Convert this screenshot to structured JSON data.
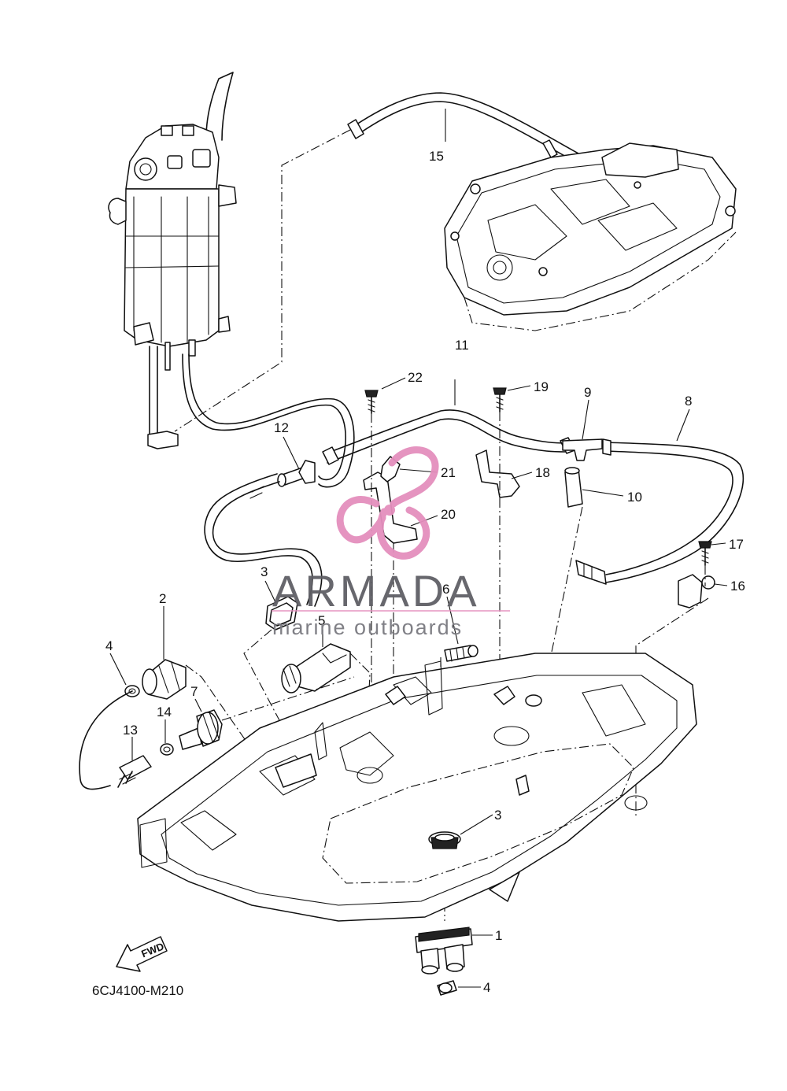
{
  "diagram": {
    "code": "6CJ4100-M210",
    "fwd_label": "FWD",
    "callouts": [
      {
        "id": "c-15",
        "label": "15"
      },
      {
        "id": "c-22",
        "label": "22"
      },
      {
        "id": "c-11",
        "label": "11"
      },
      {
        "id": "c-19",
        "label": "19"
      },
      {
        "id": "c-9",
        "label": "9"
      },
      {
        "id": "c-8",
        "label": "8"
      },
      {
        "id": "c-12",
        "label": "12"
      },
      {
        "id": "c-21",
        "label": "21"
      },
      {
        "id": "c-18",
        "label": "18"
      },
      {
        "id": "c-10",
        "label": "10"
      },
      {
        "id": "c-20",
        "label": "20"
      },
      {
        "id": "c-17",
        "label": "17"
      },
      {
        "id": "c-16",
        "label": "16"
      },
      {
        "id": "c-3a",
        "label": "3"
      },
      {
        "id": "c-6",
        "label": "6"
      },
      {
        "id": "c-5",
        "label": "5"
      },
      {
        "id": "c-2",
        "label": "2"
      },
      {
        "id": "c-4a",
        "label": "4"
      },
      {
        "id": "c-7",
        "label": "7"
      },
      {
        "id": "c-14",
        "label": "14"
      },
      {
        "id": "c-13",
        "label": "13"
      },
      {
        "id": "c-3b",
        "label": "3"
      },
      {
        "id": "c-1",
        "label": "1"
      },
      {
        "id": "c-4b",
        "label": "4"
      }
    ]
  },
  "watermark": {
    "title": "ARMADA",
    "subtitle": "marine outboards",
    "color": "#e48fbd"
  }
}
